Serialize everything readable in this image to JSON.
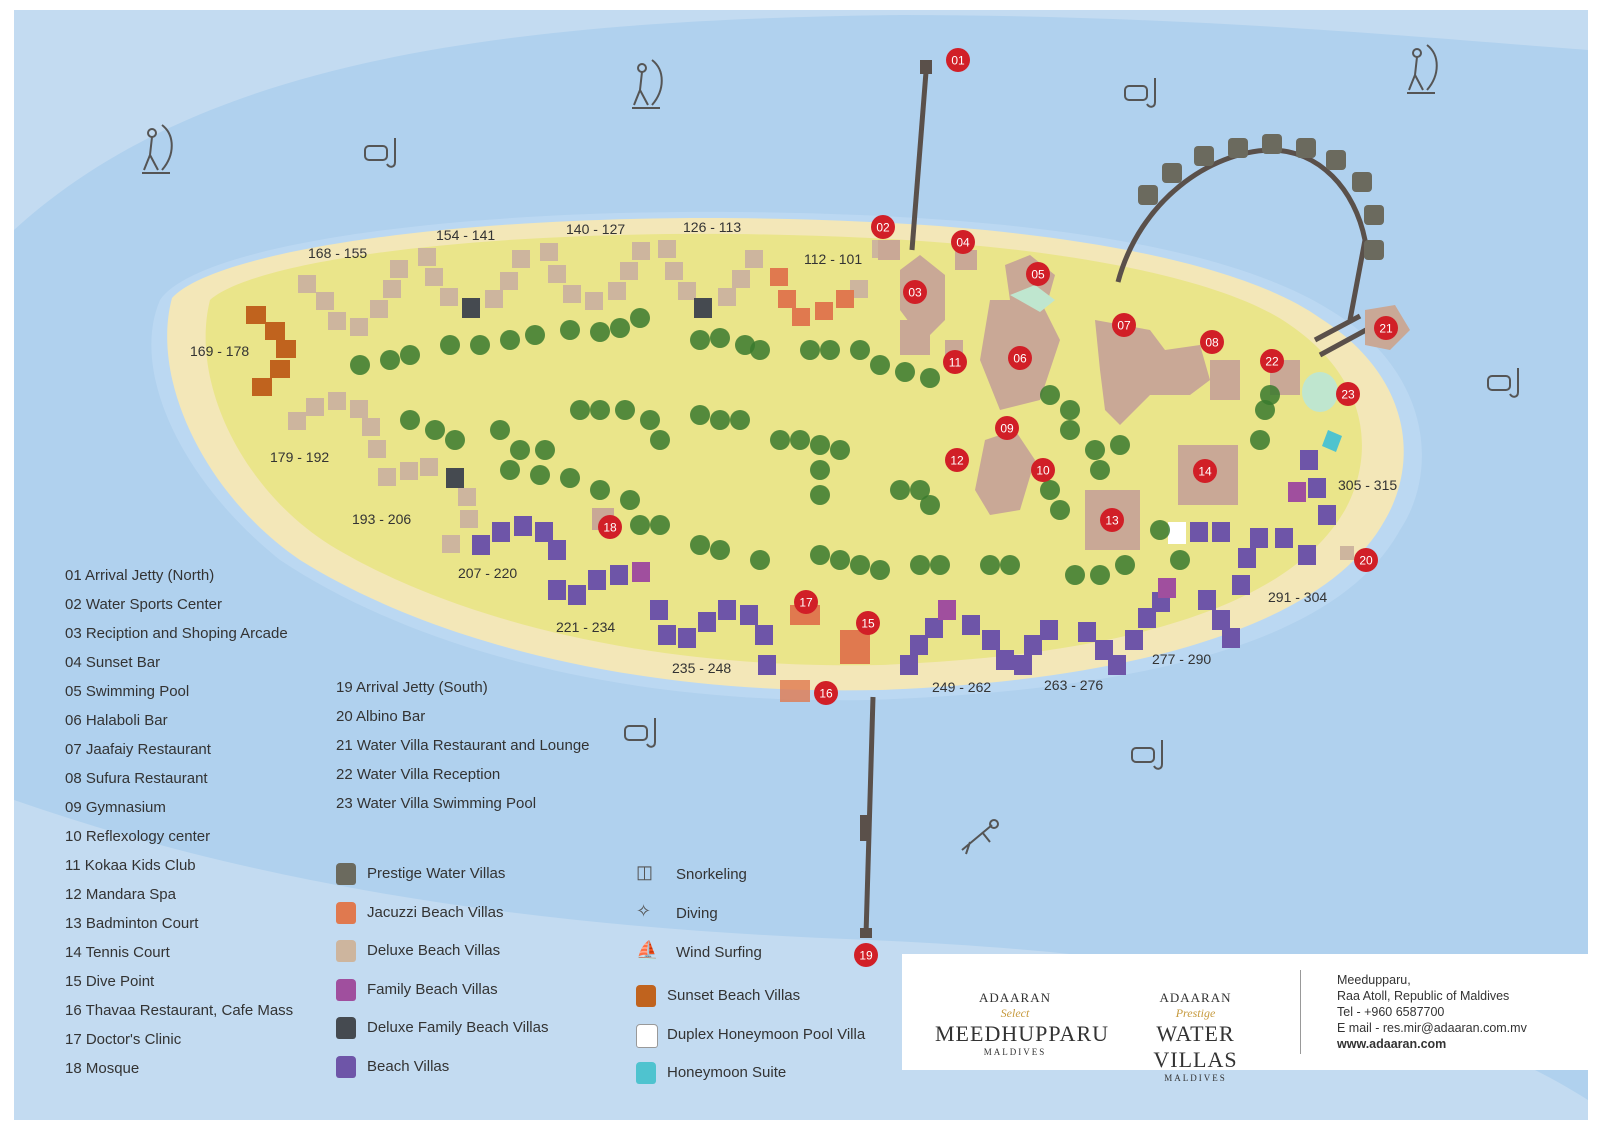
{
  "colors": {
    "frame_sea": "#c3dbf1",
    "outer_sea": "#b0d1ee",
    "lagoon": "#bcd8f2",
    "beach": "#f3e7b8",
    "island": "#eae58a",
    "building": "#c9a896",
    "marker": "#d11f27",
    "prestige": "#6b6a5e",
    "jacuzzi": "#e0794f",
    "deluxe": "#cdb59e",
    "family": "#a04f9e",
    "deluxe_family": "#454a50",
    "beach_villa": "#6e55a8",
    "sunset": "#c0631e",
    "duplex": "#ffffff",
    "honeymoon": "#4fc3cf",
    "palm": "#3a7a2e"
  },
  "markers": [
    "01",
    "02",
    "03",
    "04",
    "05",
    "06",
    "07",
    "08",
    "09",
    "10",
    "11",
    "12",
    "13",
    "14",
    "15",
    "16",
    "17",
    "18",
    "19",
    "20",
    "21",
    "22",
    "23"
  ],
  "villa_ranges": [
    "168 - 155",
    "154 - 141",
    "140 - 127",
    "126 - 113",
    "112 - 101",
    "169 - 178",
    "179 - 192",
    "193 - 206",
    "207 - 220",
    "221 - 234",
    "235 - 248",
    "249 - 262",
    "263 - 276",
    "277 - 290",
    "291 - 304",
    "305 - 315"
  ],
  "facilities_left": [
    "01 Arrival Jetty (North)",
    "02 Water Sports Center",
    "03 Reciption and Shoping Arcade",
    "04 Sunset Bar",
    "05 Swimming Pool",
    "06 Halaboli Bar",
    "07 Jaafaiy Restaurant",
    "08 Sufura Restaurant",
    "09 Gymnasium",
    "10 Reflexology center",
    "11 Kokaa Kids Club",
    "12 Mandara Spa",
    "13 Badminton Court",
    "14 Tennis Court",
    "15 Dive Point",
    "16 Thavaa Restaurant, Cafe Mass",
    "17 Doctor's Clinic",
    "18 Mosque"
  ],
  "facilities_mid": [
    "19 Arrival Jetty (South)",
    "20 Albino Bar",
    "21 Water Villa Restaurant and Lounge",
    "22 Water Villa Reception",
    "23 Water Villa Swimming Pool"
  ],
  "villa_types": [
    {
      "label": "Prestige Water Villas",
      "color": "#6b6a5e"
    },
    {
      "label": "Jacuzzi Beach Villas",
      "color": "#e0794f"
    },
    {
      "label": "Deluxe Beach Villas",
      "color": "#cdb59e"
    },
    {
      "label": "Family Beach Villas",
      "color": "#a04f9e"
    },
    {
      "label": "Deluxe Family Beach Villas",
      "color": "#454a50"
    },
    {
      "label": "Beach Villas",
      "color": "#6e55a8"
    }
  ],
  "activities": [
    {
      "label": "Snorkeling",
      "icon": "snorkel-icon"
    },
    {
      "label": "Diving",
      "icon": "diver-icon"
    },
    {
      "label": "Wind Surfing",
      "icon": "windsurf-icon"
    }
  ],
  "villa_types_extra": [
    {
      "label": "Sunset Beach Villas",
      "color": "#c0631e"
    },
    {
      "label": "Duplex Honeymoon Pool Villa",
      "color": "#ffffff"
    },
    {
      "label": "Honeymoon Suite",
      "color": "#4fc3cf"
    }
  ],
  "brands": {
    "left": {
      "top": "ADAARAN",
      "script": "Select",
      "name": "MEEDHUPPARU",
      "sub": "MALDIVES"
    },
    "right": {
      "top": "ADAARAN",
      "script": "Prestige",
      "name": "WATER VILLAS",
      "sub": "MALDIVES"
    }
  },
  "contact": {
    "line1": "Meedupparu,",
    "line2": "Raa Atoll, Republic of Maldives",
    "tel": "Tel - +960 6587700",
    "email": "E mail - res.mir@adaaran.com.mv",
    "web": "www.adaaran.com"
  }
}
